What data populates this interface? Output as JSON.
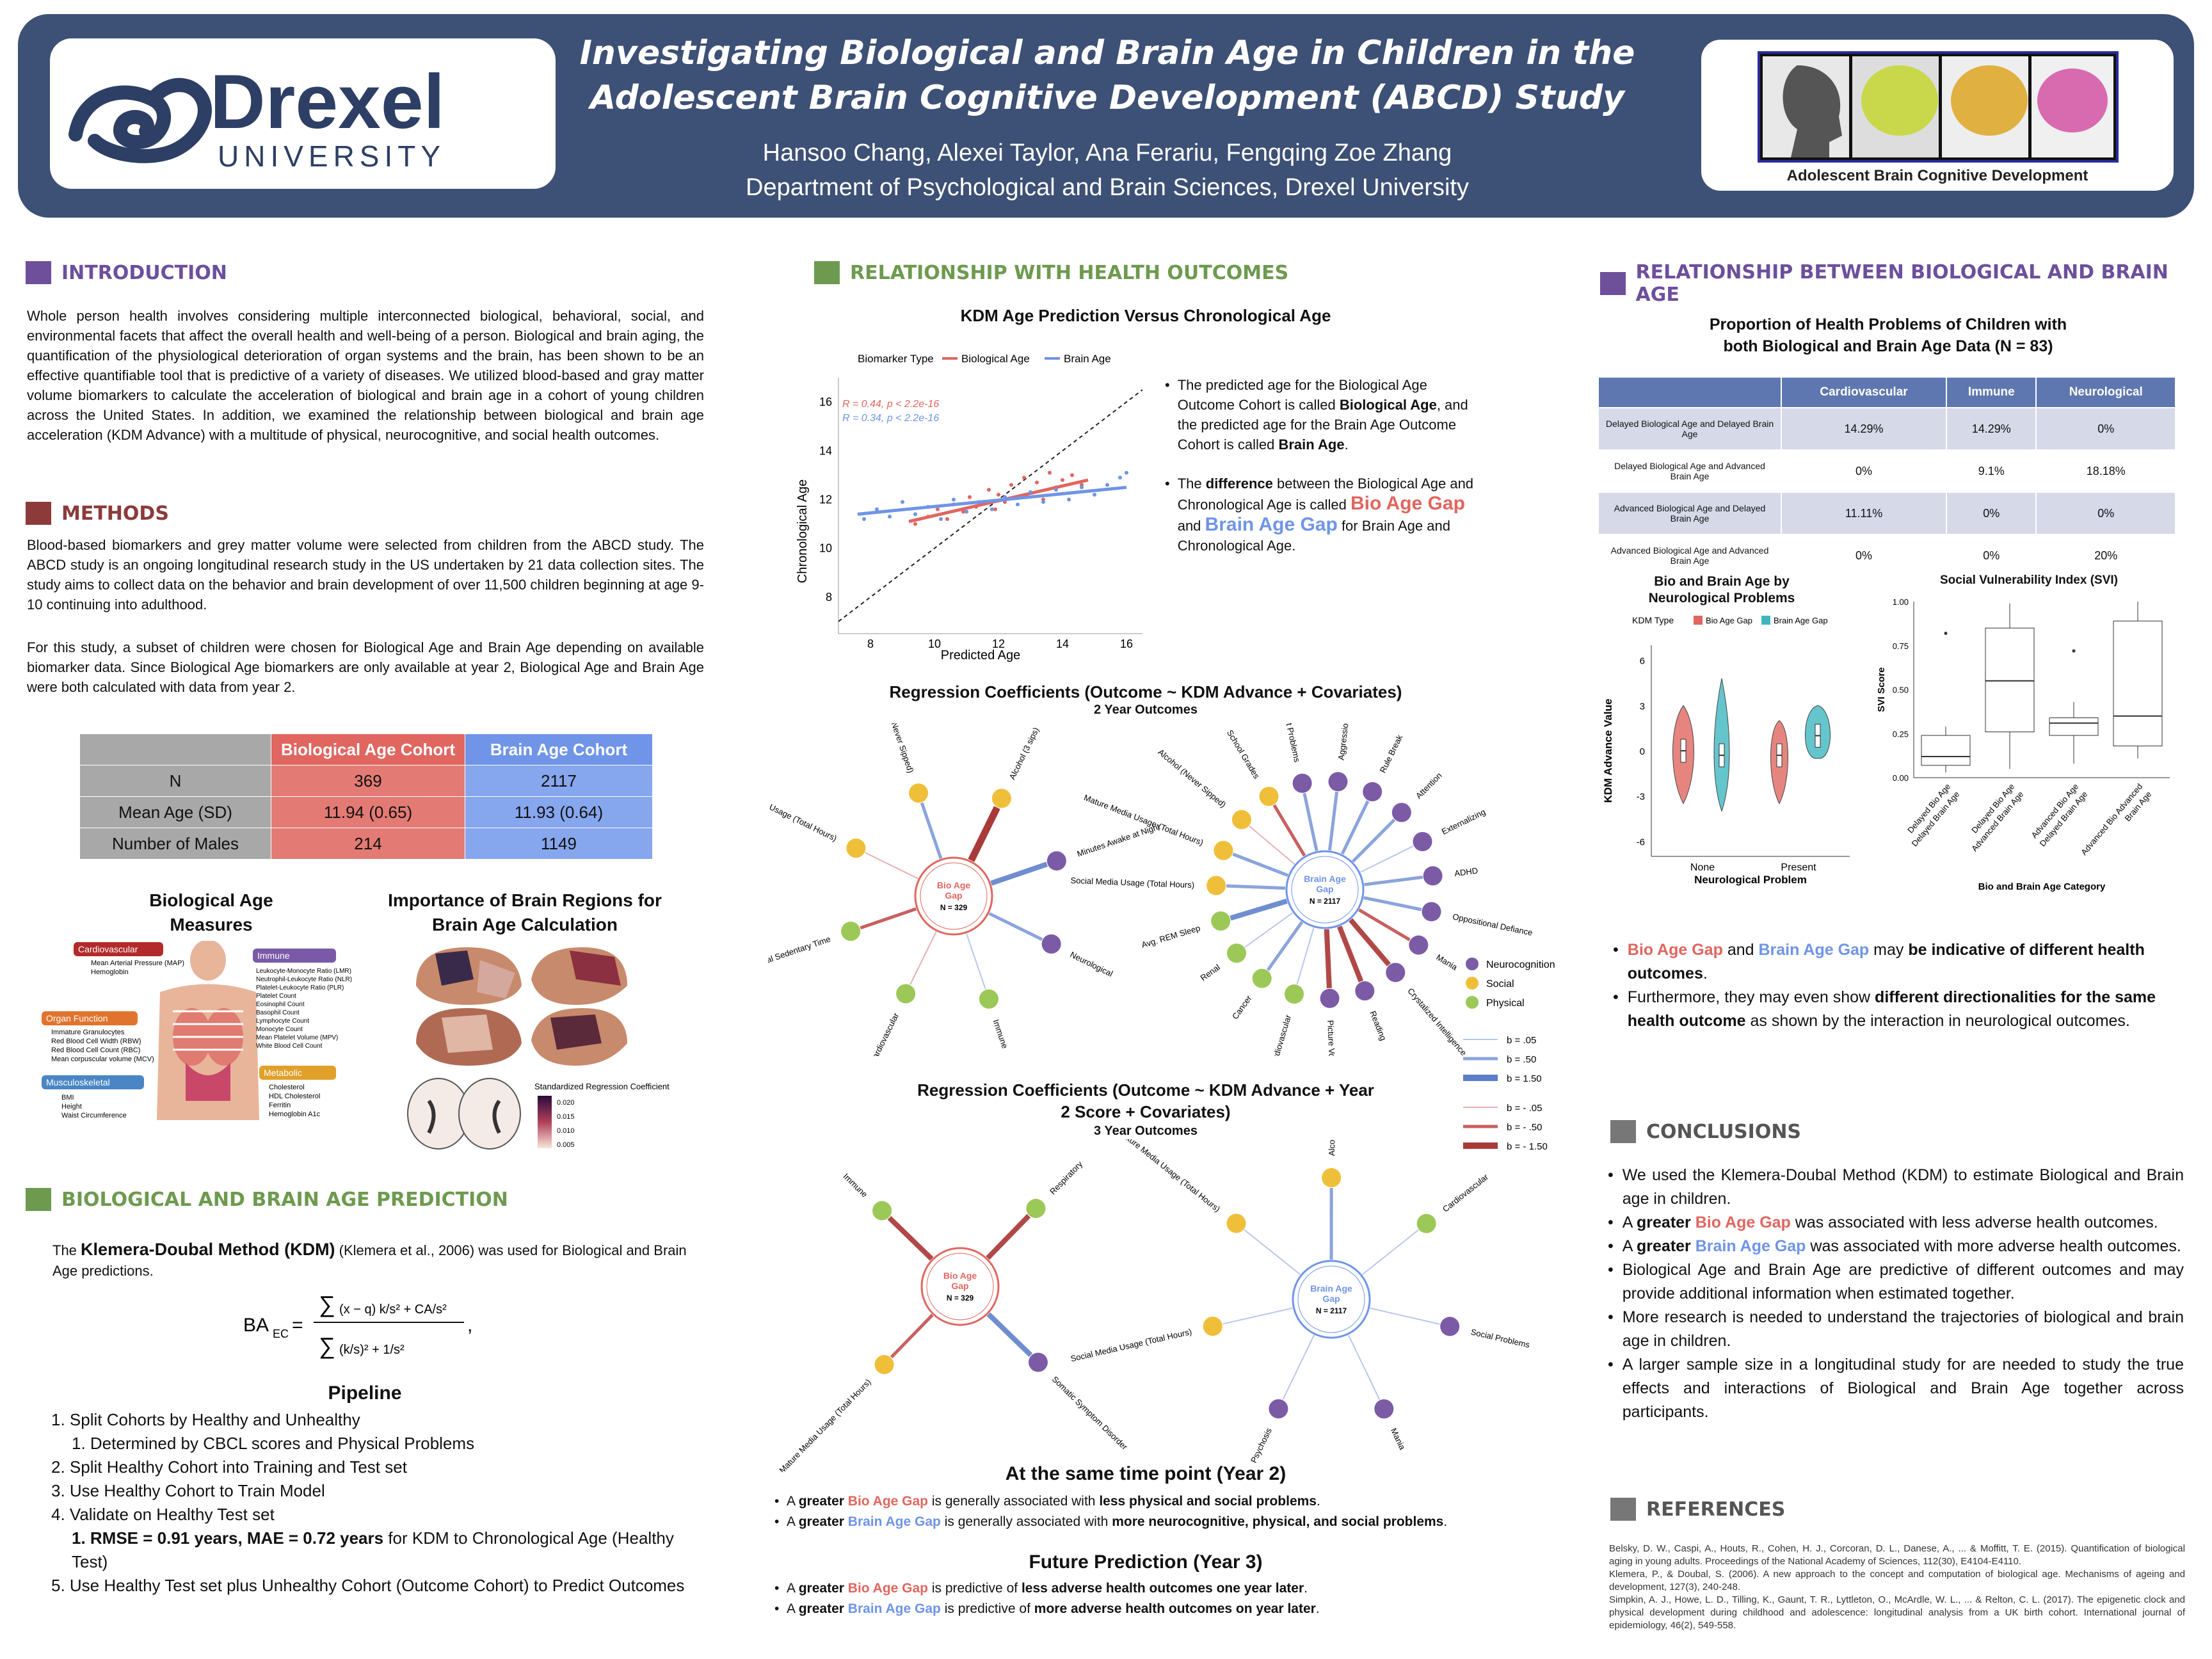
{
  "header": {
    "title_line1": "Investigating Biological and Brain Age in Children in the",
    "title_line2": "Adolescent Brain Cognitive Development (ABCD) Study",
    "authors": "Hansoo Chang, Alexei Taylor, Ana Ferariu, Fengqing Zoe Zhang",
    "department": "Department of Psychological and Brain Sciences, Drexel University",
    "logo_word": "Drexel",
    "logo_sub": "UNIVERSITY",
    "abcd_caption": "Adolescent Brain Cognitive Development"
  },
  "colors": {
    "header_bg": "#3d5075",
    "intro": "#6d4f9c",
    "methods": "#8c3a3a",
    "prediction": "#6e9a4f",
    "relationship": "#6e9a4f",
    "bio": "#e0665f",
    "brain": "#6f94e8",
    "neurocognition": "#7b5aa6",
    "social": "#efbf3a",
    "physical": "#9bc857"
  },
  "intro": {
    "heading": "INTRODUCTION",
    "text": "Whole person health involves considering multiple interconnected biological, behavioral, social, and environmental facets that affect the overall health and well-being of a person. Biological and brain aging, the quantification of the physiological deterioration of organ systems and the brain, has been shown to be an effective quantifiable tool that is predictive of a variety of diseases. We utilized blood-based and gray matter volume biomarkers to calculate the acceleration of biological and brain age in a cohort of young children across the United States. In addition, we examined the relationship between biological and brain age acceleration (KDM Advance) with a multitude of physical, neurocognitive, and social health outcomes."
  },
  "methods": {
    "heading": "METHODS",
    "p1": "Blood-based biomarkers and grey matter volume were selected from children from the ABCD study. The ABCD study is an ongoing longitudinal research study in the US undertaken by 21 data collection sites. The study aims to collect data on the behavior and brain development of over 11,500 children beginning at age 9-10 continuing into adulthood.",
    "p2": "For this study, a subset of children were chosen for Biological Age and Brain Age depending on available biomarker data. Since Biological Age biomarkers are only available at year 2, Biological Age and Brain Age were both calculated with data from year 2.",
    "table": {
      "headers": [
        "",
        "Biological Age Cohort",
        "Brain Age Cohort"
      ],
      "rows": [
        [
          "N",
          "369",
          "2117"
        ],
        [
          "Mean Age (SD)",
          "11.94 (0.65)",
          "11.93 (0.64)"
        ],
        [
          "Number of Males",
          "214",
          "1149"
        ]
      ]
    },
    "bio_measures_title": "Biological Age Measures",
    "brain_regions_title": "Importance of Brain Regions for Brain Age Calculation",
    "categories": [
      {
        "name": "Cardiovascular",
        "items": [
          "Mean Arterial Pressure (MAP)",
          "Hemoglobin"
        ]
      },
      {
        "name": "Organ Function",
        "items": [
          "Immature Granulocytes",
          "Red Blood Cell Width (RBW)",
          "Red Blood Cell Count (RBC)",
          "Mean corpuscular volume (MCV)"
        ]
      },
      {
        "name": "Musculoskeletal",
        "items": [
          "BMI",
          "Height",
          "Waist Circumference"
        ]
      },
      {
        "name": "Immune",
        "items": [
          "Leukocyte-Monocyte Ratio (LMR)",
          "Neutrophil-Leukocyte Ratio (NLR)",
          "Platelet-Leukocyte Ratio (PLR)",
          "Platelet Count",
          "Eosinophil Count",
          "Basophil Count",
          "Lymphocyte Count",
          "Monocyte Count",
          "Mean Platelet Volume (MPV)",
          "White Blood Cell Count"
        ]
      },
      {
        "name": "Metabolic",
        "items": [
          "Cholesterol",
          "HDL Cholesterol",
          "Ferritin",
          "Hemoglobin A1c"
        ]
      }
    ],
    "colorbar_title": "Standardized Regression Coefficient",
    "colorbar_ticks": [
      "0.020",
      "0.015",
      "0.010",
      "0.005"
    ]
  },
  "prediction": {
    "heading": "BIOLOGICAL AND BRAIN AGE PREDICTION",
    "kdm_pre": "The",
    "kdm_bold": "Klemera-Doubal Method (KDM)",
    "kdm_post": "(Klemera et al., 2006) was used for Biological and Brain Age predictions.",
    "pipeline_title": "Pipeline",
    "steps": [
      "1. Split Cohorts by Healthy and Unhealthy",
      "1. Determined by CBCL scores and Physical Problems",
      "2. Split Healthy Cohort into Training and Test set",
      "3. Use Healthy Cohort to Train Model",
      "4. Validate on Healthy Test set",
      "1. RMSE = 0.91 years, MAE = 0.72 years",
      "for KDM to Chronological Age (Healthy Test)",
      "5. Use Healthy Test set plus Unhealthy Cohort (Outcome Cohort) to Predict Outcomes"
    ]
  },
  "health": {
    "heading": "RELATIONSHIP WITH HEALTH OUTCOMES",
    "scatter_title": "KDM Age Prediction Versus Chronological Age",
    "legend_title": "Biomarker Type",
    "legend_bio": "Biological Age",
    "legend_brain": "Brain Age",
    "r_bio": "R = 0.44, p < 2.2e-16",
    "r_brain": "R = 0.34, p < 2.2e-16",
    "bullet1_a": "The predicted age for the Biological Age Outcome Cohort is called",
    "bullet1_b": "Biological Age",
    "bullet1_c": ", and the predicted age for the Brain Age Outcome Cohort is called",
    "bullet1_d": "Brain Age",
    "bullet2_a": "The",
    "bullet2_b": "difference",
    "bullet2_c": "between the Biological Age and Chronological Age is called",
    "bullet2_d": "Bio Age Gap",
    "bullet2_e": "and",
    "bullet2_f": "Brain Age Gap",
    "bullet2_g": "for Brain Age and Chronological Age.",
    "reg1_title": "Regression Coefficients (Outcome ~ KDM Advance + Covariates)",
    "reg1_sub": "2 Year Outcomes",
    "reg2_title_a": "Regression Coefficients (Outcome ~ KDM Advance + Year",
    "reg2_title_b": "2 Score + Covariates)",
    "reg2_sub": "3 Year Outcomes",
    "bio_gap_label": "Bio Age Gap",
    "bio_n": "N = 329",
    "brain_gap_label": "Brain Age Gap",
    "brain_n": "N = 2117",
    "legend_groups": [
      "Neurocognition",
      "Social",
      "Physical"
    ],
    "legend_b": [
      "b = .05",
      "b = .50",
      "b = 1.50",
      "b = - .05",
      "b = - .50",
      "b = - 1.50"
    ],
    "same_time_title": "At the same time point (Year 2)",
    "same_time_1": [
      "A",
      "greater",
      "Bio Age Gap",
      "is generally associated with",
      "less physical and social problems",
      "."
    ],
    "same_time_2": [
      "A",
      "greater",
      "Brain Age Gap",
      "is generally associated with",
      "more neurocognitive, physical, and social problems",
      "."
    ],
    "future_title": "Future Prediction (Year 3)",
    "future_1": [
      "A",
      "greater",
      "Bio Age Gap",
      "is predictive of",
      "less adverse health outcomes one year later",
      "."
    ],
    "future_2": [
      "A",
      "greater",
      "Brain Age Gap",
      "is predictive of",
      "more adverse health outcomes on year later",
      "."
    ]
  },
  "chart_data": [
    {
      "type": "scatter",
      "title": "KDM Age Prediction Versus Chronological Age",
      "xlabel": "Predicted Age",
      "ylabel": "Chronological Age",
      "xlim": [
        7,
        16.5
      ],
      "ylim": [
        6.5,
        17
      ],
      "xticks": [
        8,
        10,
        12,
        14,
        16
      ],
      "yticks": [
        8,
        10,
        12,
        14,
        16
      ],
      "series": [
        {
          "name": "Biological Age",
          "color": "#e0665f",
          "fit": [
            [
              9.2,
              11.1
            ],
            [
              14.8,
              12.8
            ]
          ],
          "points": [
            [
              9.4,
              11.0
            ],
            [
              9.8,
              11.3
            ],
            [
              10.1,
              11.6
            ],
            [
              10.4,
              11.2
            ],
            [
              10.6,
              11.8
            ],
            [
              10.9,
              11.5
            ],
            [
              11.1,
              12.1
            ],
            [
              11.3,
              11.7
            ],
            [
              11.5,
              11.9
            ],
            [
              11.7,
              12.4
            ],
            [
              11.9,
              11.6
            ],
            [
              12.0,
              12.2
            ],
            [
              12.2,
              11.9
            ],
            [
              12.4,
              12.6
            ],
            [
              12.6,
              12.1
            ],
            [
              12.8,
              12.9
            ],
            [
              13.0,
              12.3
            ],
            [
              13.2,
              12.7
            ],
            [
              13.4,
              12.0
            ],
            [
              13.6,
              13.1
            ],
            [
              13.8,
              12.5
            ],
            [
              14.0,
              12.8
            ],
            [
              14.3,
              13.0
            ],
            [
              14.6,
              12.6
            ]
          ]
        },
        {
          "name": "Brain Age",
          "color": "#6f94e8",
          "fit": [
            [
              7.6,
              11.4
            ],
            [
              16.0,
              12.5
            ]
          ],
          "points": [
            [
              7.8,
              11.2
            ],
            [
              8.2,
              11.6
            ],
            [
              8.6,
              11.3
            ],
            [
              9.0,
              11.9
            ],
            [
              9.4,
              11.4
            ],
            [
              9.8,
              11.7
            ],
            [
              10.2,
              11.2
            ],
            [
              10.6,
              12.0
            ],
            [
              11.0,
              11.5
            ],
            [
              11.4,
              11.9
            ],
            [
              11.8,
              11.6
            ],
            [
              12.2,
              12.1
            ],
            [
              12.6,
              11.8
            ],
            [
              13.0,
              12.3
            ],
            [
              13.4,
              11.9
            ],
            [
              13.8,
              12.4
            ],
            [
              14.2,
              12.0
            ],
            [
              14.6,
              12.5
            ],
            [
              15.0,
              12.2
            ],
            [
              15.4,
              12.6
            ],
            [
              15.8,
              12.9
            ],
            [
              16.0,
              13.1
            ]
          ]
        }
      ]
    },
    {
      "type": "table",
      "title": "Proportion of Health Problems of Children with both Biological and Brain Age Data (N = 83)",
      "columns": [
        "",
        "Cardiovascular",
        "Immune",
        "Neurological"
      ],
      "rows": [
        [
          "Delayed Biological Age and Delayed Brain Age",
          "14.29%",
          "14.29%",
          "0%"
        ],
        [
          "Delayed Biological Age and Advanced Brain Age",
          "0%",
          "9.1%",
          "18.18%"
        ],
        [
          "Advanced Biological Age and Delayed Brain Age",
          "11.11%",
          "0%",
          "0%"
        ],
        [
          "Advanced Biological Age and Advanced Brain Age",
          "0%",
          "0%",
          "20%"
        ]
      ]
    },
    {
      "type": "violin",
      "title": "Bio and Brain Age by Neurological Problems",
      "legend_title": "KDM Type",
      "legend": [
        "Bio Age Gap",
        "Brain Age Gap"
      ],
      "xlabel": "Neurological Problem",
      "ylabel": "KDM Advance Value",
      "categories": [
        "None",
        "Present"
      ],
      "ylim": [
        -7,
        7
      ],
      "yticks": [
        -6,
        -3,
        0,
        3,
        6
      ],
      "medians": {
        "Bio Age Gap": [
          0.0,
          -0.3
        ],
        "Brain Age Gap": [
          -0.3,
          1.0
        ]
      }
    },
    {
      "type": "box",
      "title": "Social Vulnerability Index (SVI)",
      "xlabel": "Bio and Brain Age Category",
      "ylabel": "SVI Score",
      "categories": [
        "Delayed Bio Age Delayed Brain Age",
        "Delayed Bio Age Advanced Brain Age",
        "Advanced Bio Age Delayed Brain Age",
        "Advanced Bio Advanced Brain Age"
      ],
      "yticks": [
        "0.00",
        "0.25",
        "0.50",
        "0.75",
        "1.00"
      ],
      "boxes": [
        {
          "min": 0.03,
          "q1": 0.07,
          "median": 0.12,
          "q3": 0.24,
          "max": 0.29,
          "outliers": [
            0.82
          ]
        },
        {
          "min": 0.05,
          "q1": 0.26,
          "median": 0.55,
          "q3": 0.85,
          "max": 0.99,
          "outliers": []
        },
        {
          "min": 0.08,
          "q1": 0.24,
          "median": 0.31,
          "q3": 0.34,
          "max": 0.43,
          "outliers": [
            0.72
          ]
        },
        {
          "min": 0.11,
          "q1": 0.18,
          "median": 0.35,
          "q3": 0.89,
          "max": 1.0,
          "outliers": []
        }
      ]
    }
  ],
  "network1_bio": [
    {
      "label": "Alcohol (Never Sipped)",
      "cat": "social",
      "w": 2
    },
    {
      "label": "Alcohol (3 sips)",
      "cat": "social",
      "w": -4
    },
    {
      "label": "Minutes Awake at Night",
      "cat": "neurocognition",
      "w": 3
    },
    {
      "label": "Neurological",
      "cat": "neurocognition",
      "w": 2
    },
    {
      "label": "Immune",
      "cat": "physical",
      "w": 1
    },
    {
      "label": "Cardiovascular",
      "cat": "physical",
      "w": -1
    },
    {
      "label": "Total Sedentary Time",
      "cat": "physical",
      "w": -2
    },
    {
      "label": "Mature Media Usage (Total Hours)",
      "cat": "social",
      "w": -1
    }
  ],
  "network1_brain": [
    {
      "label": "Aggression",
      "cat": "neurocognition",
      "w": 2
    },
    {
      "label": "Rule Break",
      "cat": "neurocognition",
      "w": 2
    },
    {
      "label": "Attention",
      "cat": "neurocognition",
      "w": 2
    },
    {
      "label": "Externalizing",
      "cat": "neurocognition",
      "w": 1
    },
    {
      "label": "ADHD",
      "cat": "neurocognition",
      "w": 2
    },
    {
      "label": "Oppositional Defiance",
      "cat": "neurocognition",
      "w": 2
    },
    {
      "label": "Mania",
      "cat": "neurocognition",
      "w": -2
    },
    {
      "label": "Crystalized Intelligence",
      "cat": "neurocognition",
      "w": -3
    },
    {
      "label": "Reading",
      "cat": "neurocognition",
      "w": -3
    },
    {
      "label": "Picture Vocabulary",
      "cat": "neurocognition",
      "w": -3
    },
    {
      "label": "Cardiovascular",
      "cat": "physical",
      "w": 1
    },
    {
      "label": "Cancer",
      "cat": "physical",
      "w": 2
    },
    {
      "label": "Renal",
      "cat": "physical",
      "w": 1
    },
    {
      "label": "Avg. REM Sleep",
      "cat": "physical",
      "w": 3
    },
    {
      "label": "Social Media Usage (Total Hours)",
      "cat": "social",
      "w": 2
    },
    {
      "label": "Mature Media Usage (Total Hours)",
      "cat": "social",
      "w": 2
    },
    {
      "label": "Alcohol (Never Sipped)",
      "cat": "social",
      "w": -1
    },
    {
      "label": "School Grades",
      "cat": "social",
      "w": -2
    },
    {
      "label": "Conduct Problems",
      "cat": "neurocognition",
      "w": 2
    }
  ],
  "network2_bio": [
    {
      "label": "Respiratory",
      "cat": "physical",
      "w": -3
    },
    {
      "label": "Somatic Symptom Disorder",
      "cat": "neurocognition",
      "w": 3
    },
    {
      "label": "Mature Media Usage (Total Hours)",
      "cat": "social",
      "w": -2
    },
    {
      "label": "Immune",
      "cat": "physical",
      "w": -3
    }
  ],
  "network2_brain": [
    {
      "label": "Alcohol (Having a Sip)",
      "cat": "social",
      "w": 2
    },
    {
      "label": "Cardiovascular",
      "cat": "physical",
      "w": 1
    },
    {
      "label": "Social Problems",
      "cat": "neurocognition",
      "w": 1
    },
    {
      "label": "Mania",
      "cat": "neurocognition",
      "w": 1
    },
    {
      "label": "Psychosis",
      "cat": "neurocognition",
      "w": 1
    },
    {
      "label": "Social Media Usage (Total Hours)",
      "cat": "social",
      "w": 1
    },
    {
      "label": "Mature Media Usage (Total Hours)",
      "cat": "social",
      "w": 1
    }
  ],
  "relationship": {
    "heading": "RELATIONSHIP BETWEEN BIOLOGICAL AND BRAIN AGE",
    "table_title_1": "Proportion of Health Problems of Children with",
    "table_title_2": "both Biological and Brain Age Data (N = 83)",
    "b1_bio": "Bio Age Gap",
    "b1_and": "and",
    "b1_brain": "Brain Age Gap",
    "b1_rest": "may",
    "b1_bold": "be indicative of different health outcomes",
    "b2_a": "Furthermore, they may even show",
    "b2_b": "different directionalities for the same health outcome",
    "b2_c": "as shown by the interaction in neurological outcomes."
  },
  "conclusions": {
    "heading": "CONCLUSIONS",
    "items": [
      "We used the Klemera-Doubal Method (KDM) to estimate Biological and Brain age in children.",
      "was associated with less adverse health outcomes.",
      "was associated with more adverse health outcomes.",
      "Biological Age and Brain Age are predictive of different outcomes and may provide additional information when estimated together.",
      "More research is needed to understand the trajectories of biological and brain age in children.",
      "A larger sample size in a longitudinal study for are needed to study the true effects and interactions of Biological and Brain Age together across participants."
    ],
    "a": "A",
    "greater": "greater",
    "bio": "Bio Age Gap",
    "brain": "Brain Age Gap"
  },
  "references": {
    "heading": "REFERENCES",
    "items": [
      "Belsky, D. W., Caspi, A., Houts, R., Cohen, H. J., Corcoran, D. L., Danese, A., ... & Moffitt, T. E. (2015). Quantification of biological aging in young adults. Proceedings of the National Academy of Sciences, 112(30), E4104-E4110.",
      "Klemera, P., & Doubal, S. (2006). A new approach to the concept and computation of biological age. Mechanisms of ageing and development, 127(3), 240-248.",
      "Simpkin, A. J., Howe, L. D., Tilling, K., Gaunt, T. R., Lyttleton, O., McArdle, W. L., ... & Relton, C. L. (2017). The epigenetic clock and physical development during childhood and adolescence: longitudinal analysis from a UK birth cohort. International journal of epidemiology, 46(2), 549-558."
    ]
  }
}
